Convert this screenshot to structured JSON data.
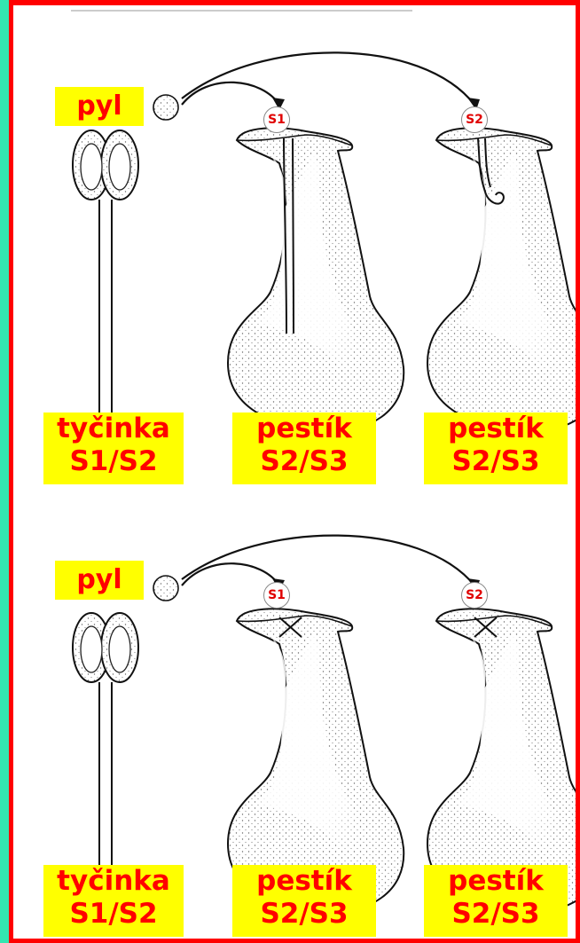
{
  "colors": {
    "label_bg": "#ffff00",
    "label_text": "#ff0000",
    "frame": "#ff0000",
    "side": "#1fe6a0"
  },
  "top_row": {
    "pollen_label": "pyl",
    "stamen": {
      "line1": "tyčinka",
      "line2": "S1/S2"
    },
    "pistil_left": {
      "line1": "pestík",
      "line2": "S2/S3",
      "pollen_allele": "S1"
    },
    "pistil_right": {
      "line1": "pestík",
      "line2": "S2/S3",
      "pollen_allele": "S2"
    }
  },
  "bottom_row": {
    "pollen_label": "pyl",
    "stamen": {
      "line1": "tyčinka",
      "line2": "S1/S2"
    },
    "pistil_left": {
      "line1": "pestík",
      "line2": "S2/S3",
      "pollen_allele": "S1"
    },
    "pistil_right": {
      "line1": "pestík",
      "line2": "S2/S3",
      "pollen_allele": "S2"
    }
  }
}
